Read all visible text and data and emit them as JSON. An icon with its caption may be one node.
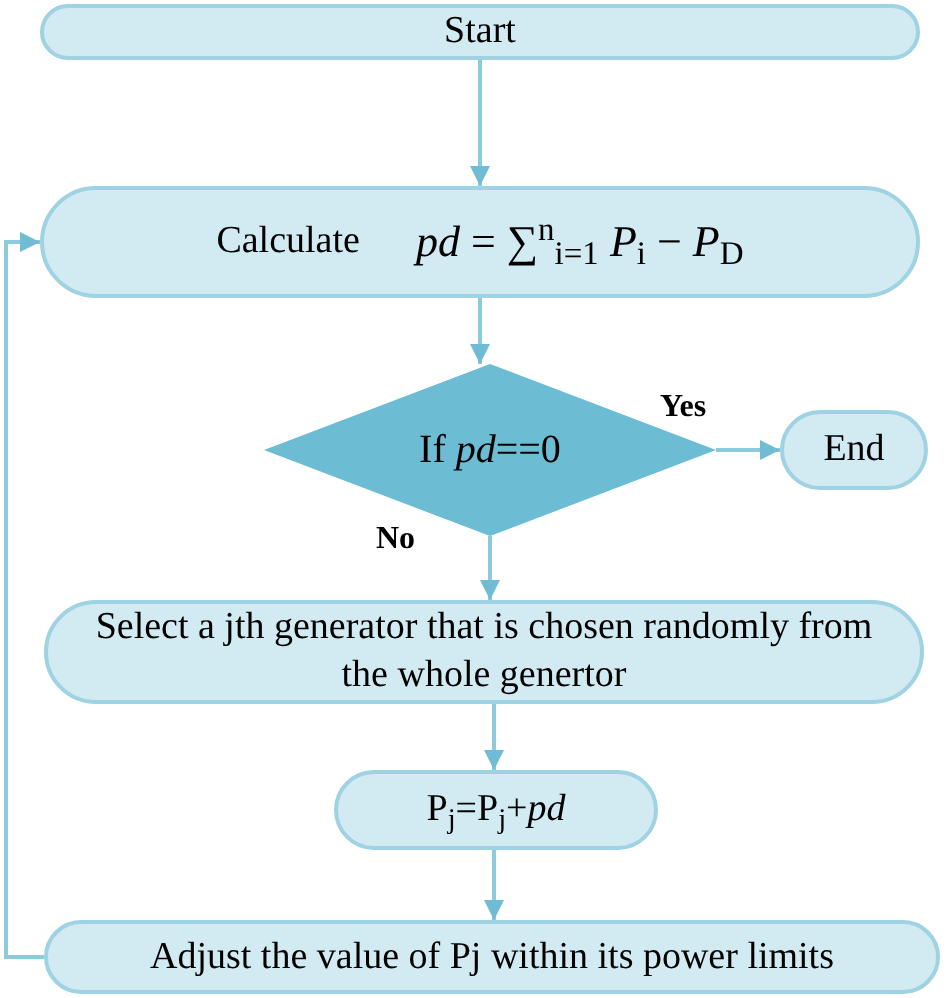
{
  "diagram": {
    "nodes": [
      {
        "text": [
          "Start"
        ]
      },
      {
        "text": [
          "Calculate",
          "*pd* = ∑$^{n}$$_{i=1}$ *P*$_{i}$ − *P*$_{D}$"
        ]
      },
      {
        "text": [
          "If *pd*==0"
        ]
      },
      {
        "text": [
          "End"
        ]
      },
      {
        "text": [
          "Select a jth generator that is chosen randomly from the whole genertor"
        ]
      },
      {
        "text": [
          "P$_{j}$=P$_{j}$+*pd*"
        ]
      },
      {
        "text": [
          "Adjust the value of Pj within its power limits"
        ]
      }
    ],
    "edges": [
      {
        "from": 0,
        "to": 1,
        "arrow": "to"
      },
      {
        "from": 1,
        "to": 2,
        "arrow": "to"
      },
      {
        "from": 2,
        "to": 3,
        "arrow": "to",
        "label": "Yes"
      },
      {
        "from": 2,
        "to": 4,
        "arrow": "to",
        "label": "No"
      },
      {
        "from": 4,
        "to": 5,
        "arrow": "to"
      },
      {
        "from": 5,
        "to": 6,
        "arrow": "to"
      },
      {
        "from": 6,
        "to": 1,
        "arrow": "to"
      }
    ]
  }
}
